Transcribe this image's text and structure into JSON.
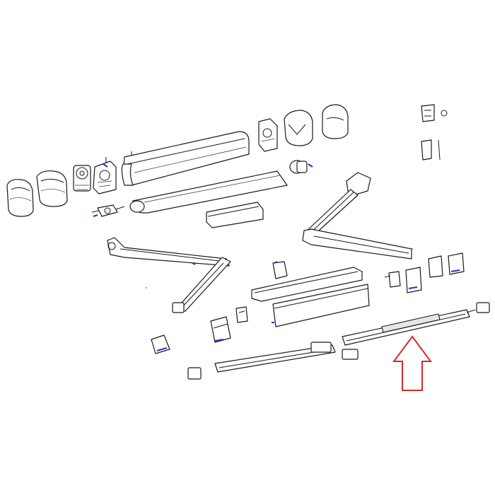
{
  "figure": {
    "type": "exploded-parts-diagram",
    "subject": "awning assembly",
    "highlight_color": "#d42a2a",
    "accent_color": "#2233cc",
    "callout": "red-arrow-pointing-up"
  }
}
